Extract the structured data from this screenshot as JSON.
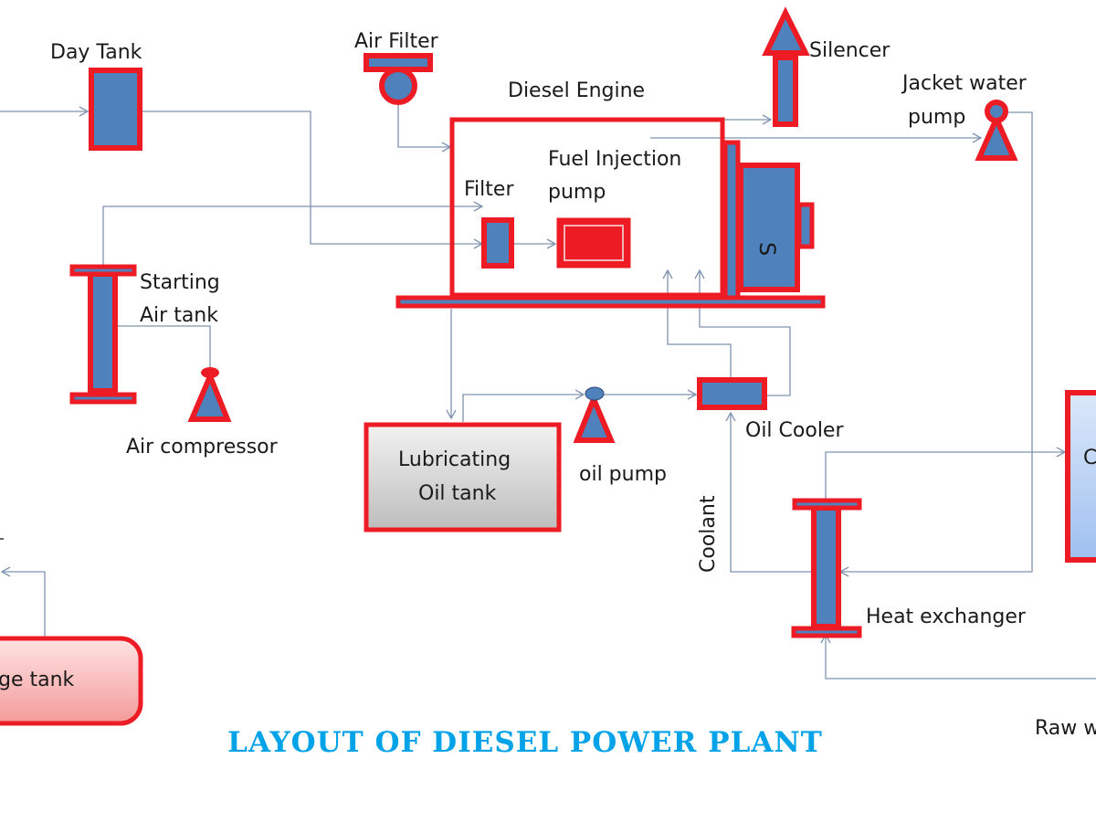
{
  "diagram": {
    "title": "LAYOUT OF DIESEL POWER PLANT",
    "colors": {
      "outline": "#ed1c24",
      "fill": "#4f81bd",
      "line": "#7f93b0",
      "title": "#00a2e8",
      "text": "#1a1a1a"
    },
    "components": {
      "day_tank": "Day Tank",
      "air_filter": "Air Filter",
      "diesel_engine": "Diesel Engine",
      "silencer": "Silencer",
      "jacket_water_pump_line1": "Jacket water",
      "jacket_water_pump_line2": "pump",
      "filter": "Filter",
      "fuel_injection_pump_line1": "Fuel Injection",
      "fuel_injection_pump_line2": "pump",
      "generator_symbol": "S",
      "starting_air_tank_line1": "Starting",
      "starting_air_tank_line2": "Air tank",
      "air_compressor": "Air compressor",
      "lubricating_oil_tank_line1": "Lubricating",
      "lubricating_oil_tank_line2": "Oil tank",
      "oil_pump": "oil pump",
      "oil_cooler": "Oil Cooler",
      "coolant": "Coolant",
      "heat_exchanger": "Heat exchanger",
      "storage_tank_partial": "ge tank",
      "cooling_tower_partial": "C",
      "raw_water_partial": "Raw w"
    }
  }
}
